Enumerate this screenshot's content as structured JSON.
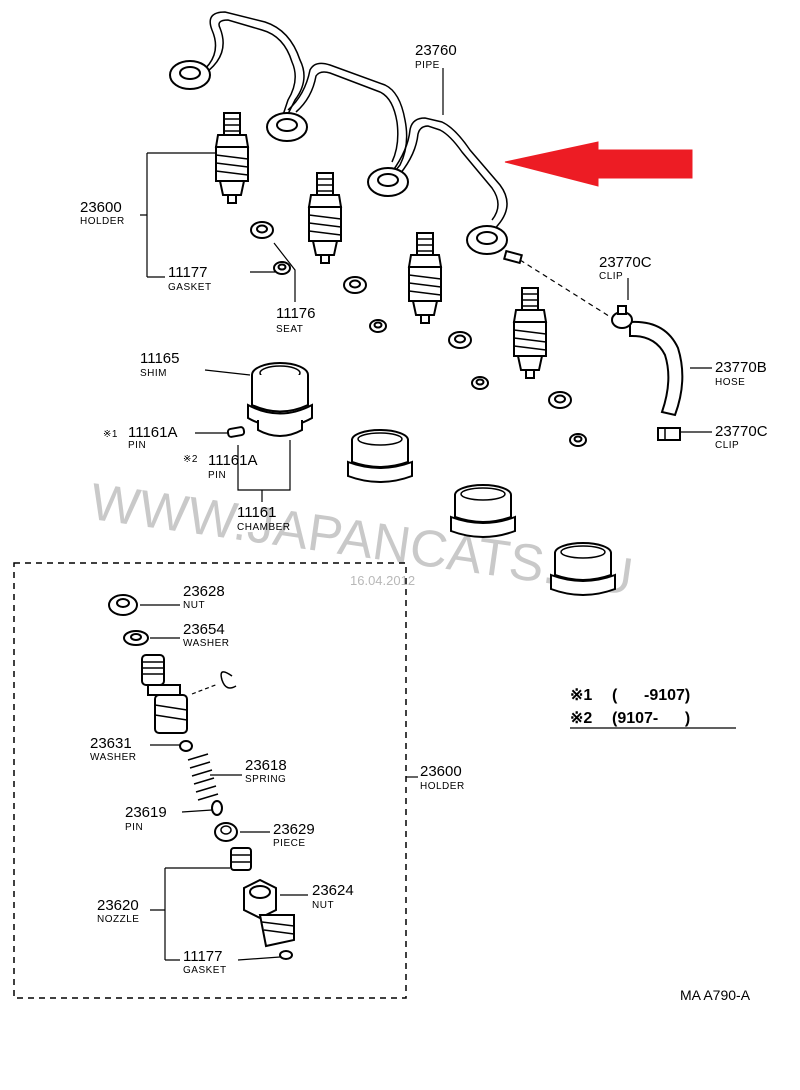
{
  "arrow_color": "#ed1c24",
  "watermark": "WWW.JAPANCATS.RU",
  "watermark_date": "16.04.2012",
  "diagram_code": "MA A790-A",
  "legend": [
    {
      "mark": "※1",
      "range": "(      -9107)"
    },
    {
      "mark": "※2",
      "range": "(9107-      )"
    }
  ],
  "labels": {
    "pipe": {
      "number": "23760",
      "name": "PIPE"
    },
    "holder_top": {
      "number": "23600",
      "name": "HOLDER"
    },
    "gasket_top": {
      "number": "11177",
      "name": "GASKET"
    },
    "seat": {
      "number": "11176",
      "name": "SEAT"
    },
    "clip_top": {
      "number": "23770C",
      "name": "CLIP"
    },
    "hose": {
      "number": "23770B",
      "name": "HOSE"
    },
    "clip_bottom": {
      "number": "23770C",
      "name": "CLIP"
    },
    "shim": {
      "number": "11165",
      "name": "SHIM"
    },
    "pin1": {
      "mark": "※1",
      "number": "11161A",
      "name": "PIN"
    },
    "pin2": {
      "mark": "※2",
      "number": "11161A",
      "name": "PIN"
    },
    "chamber": {
      "number": "11161",
      "name": "CHAMBER"
    },
    "nut_top": {
      "number": "23628",
      "name": "NUT"
    },
    "washer_top": {
      "number": "23654",
      "name": "WASHER"
    },
    "washer_mid": {
      "number": "23631",
      "name": "WASHER"
    },
    "spring": {
      "number": "23618",
      "name": "SPRING"
    },
    "holder_right": {
      "number": "23600",
      "name": "HOLDER"
    },
    "pin": {
      "number": "23619",
      "name": "PIN"
    },
    "piece": {
      "number": "23629",
      "name": "PIECE"
    },
    "nozzle": {
      "number": "23620",
      "name": "NOZZLE"
    },
    "nut_bottom": {
      "number": "23624",
      "name": "NUT"
    },
    "gasket_bottom": {
      "number": "11177",
      "name": "GASKET"
    }
  }
}
